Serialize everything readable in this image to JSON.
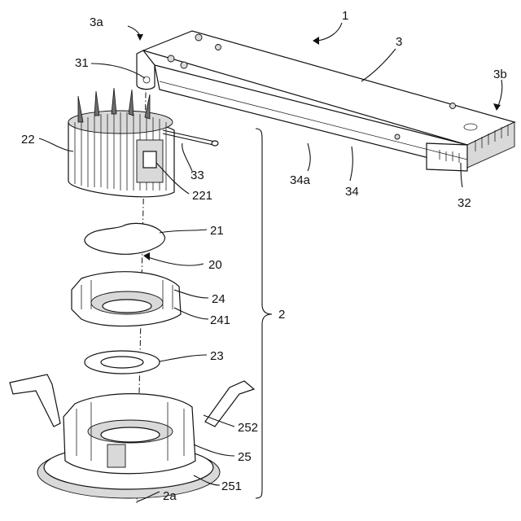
{
  "labels": {
    "l1": "1",
    "l3": "3",
    "l3a": "3a",
    "l3b": "3b",
    "l31": "31",
    "l22": "22",
    "l33": "33",
    "l221": "221",
    "l34a": "34a",
    "l34": "34",
    "l32": "32",
    "l21": "21",
    "l20": "20",
    "l24": "24",
    "l241": "241",
    "l2": "2",
    "l23": "23",
    "l252": "252",
    "l25": "25",
    "l251": "251",
    "l2a": "2a"
  }
}
